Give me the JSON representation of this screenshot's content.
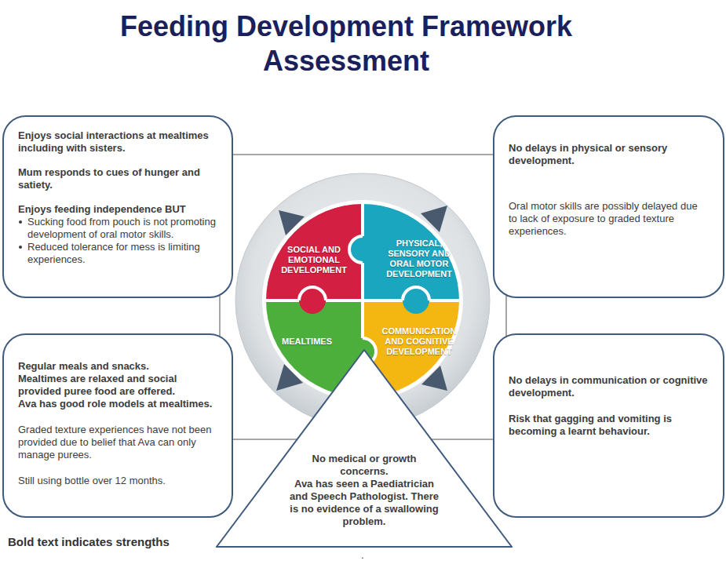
{
  "diagram": {
    "title": "Feeding Development Framework Assessment",
    "nodes": [
      {
        "text": [
          "Enjoys social interactions at mealtimes including with sisters.",
          "Mum responds to cues of hunger and satiety.",
          "Enjoys feeding independence BUT",
          "Sucking food from pouch is not promoting development of oral motor skills.",
          "Reduced tolerance for mess is limiting experiences."
        ]
      },
      {
        "text": [
          "No delays in physical or sensory development.",
          "Oral motor skills are possibly delayed due to lack of exposure to graded texture experiences."
        ]
      },
      {
        "text": [
          "SOCIAL AND EMOTIONAL DEVELOPMENT"
        ]
      },
      {
        "text": [
          "PHYSICAL, SENSORY AND ORAL MOTOR DEVELOPMENT"
        ]
      },
      {
        "text": [
          "MEALTIMES"
        ]
      },
      {
        "text": [
          "COMMUNICATION AND COGNITIVE DEVELOPMENT"
        ]
      },
      {
        "text": [
          "Regular meals and snacks.",
          "Mealtimes are relaxed and social provided puree food are offered.",
          "Ava has good role models at mealtimes.",
          "Graded texture experiences have not been provided due to belief that Ava can only manage purees.",
          "Still using bottle over 12 months."
        ]
      },
      {
        "text": [
          "No delays in communication or cognitive development.",
          "Risk that gagging and vomiting is becoming a learnt behaviour."
        ]
      },
      {
        "text": [
          "No medical or growth concerns.",
          "Ava has seen a Paediatrician and Speech Pathologist. There is no evidence of a swallowing problem."
        ]
      }
    ],
    "labels": [
      "Bold text indicates strengths",
      "."
    ]
  }
}
